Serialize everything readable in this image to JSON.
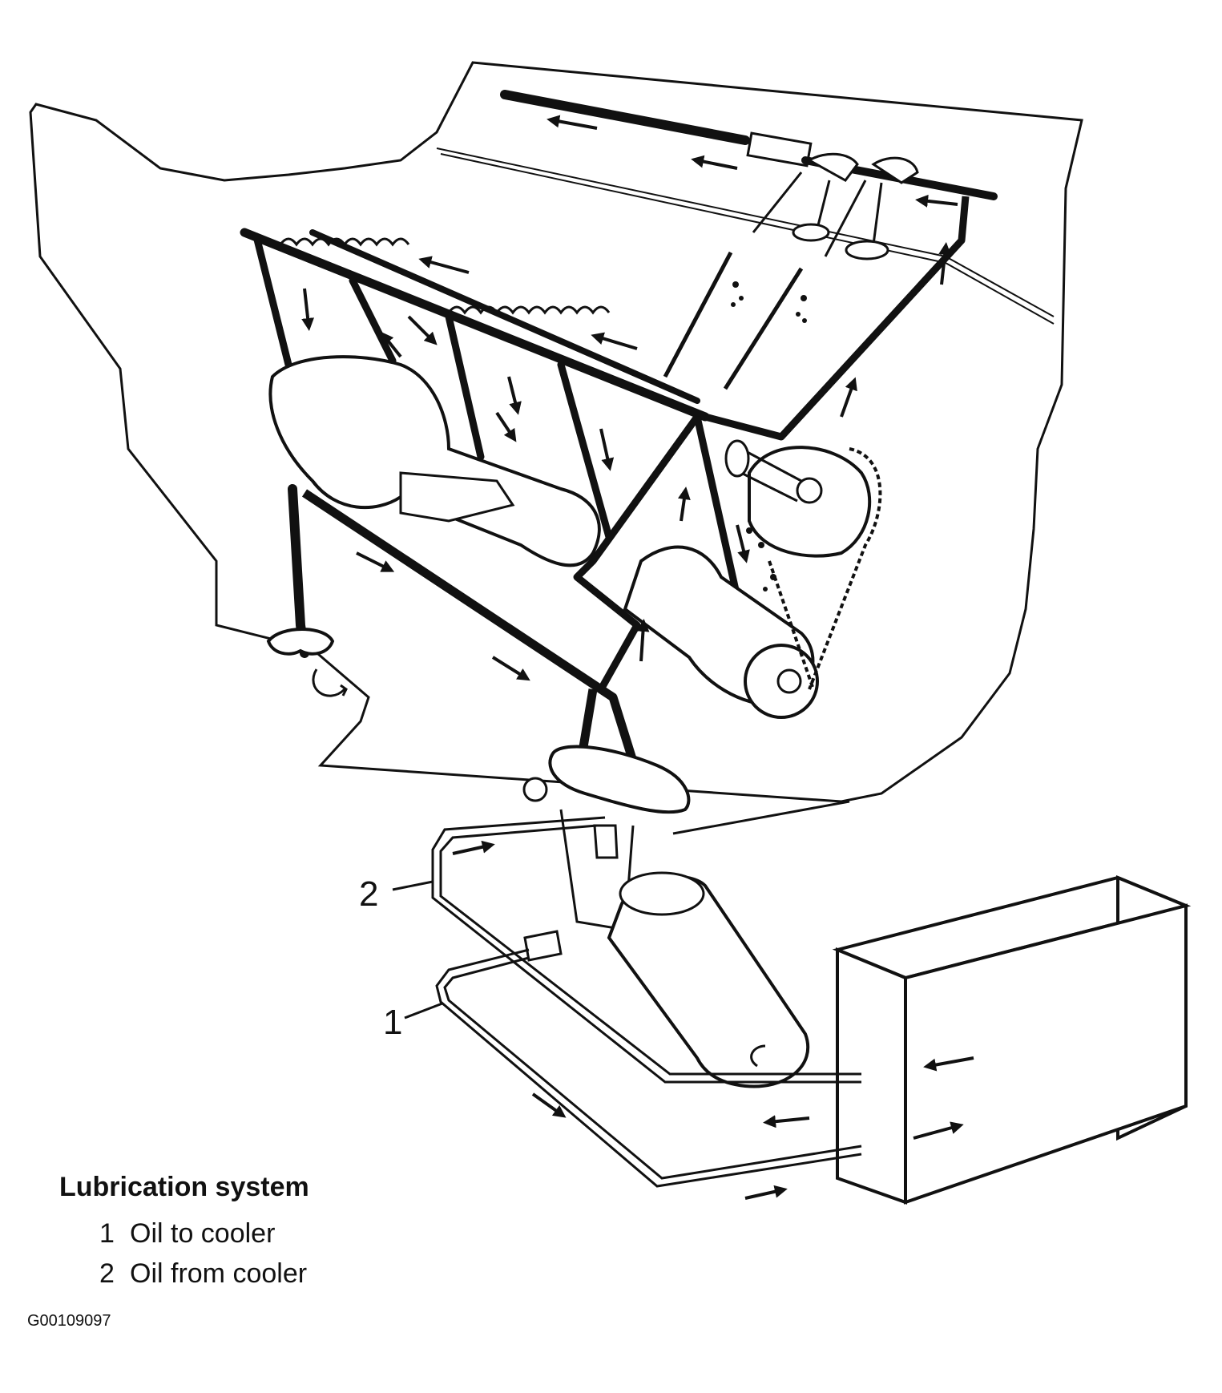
{
  "callouts": [
    {
      "number": "1"
    },
    {
      "number": "2"
    }
  ],
  "legend": {
    "title": "Lubrication system",
    "items": [
      {
        "number": "1",
        "text": "Oil to cooler"
      },
      {
        "number": "2",
        "text": "Oil from cooler"
      }
    ]
  },
  "figure_id": "G00109097"
}
